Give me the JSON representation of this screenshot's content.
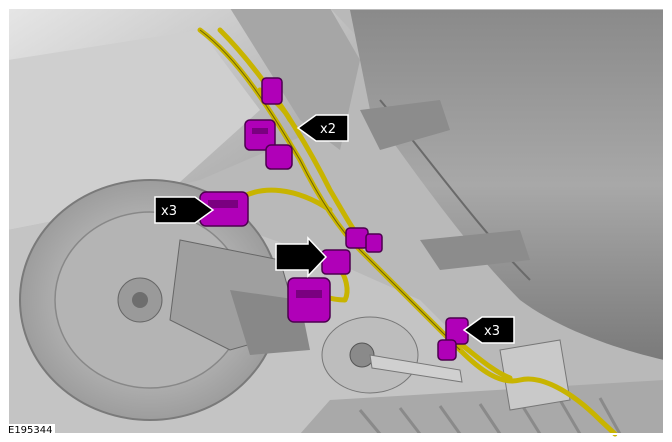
{
  "diagram": {
    "reference_code": "E195344",
    "callouts": [
      {
        "id": "callout-1",
        "label": "x2"
      },
      {
        "id": "callout-2",
        "label": "x3"
      },
      {
        "id": "callout-3",
        "label": ""
      },
      {
        "id": "callout-4",
        "label": "x3"
      }
    ],
    "colors": {
      "harness": "#c8b400",
      "connector": "#b000b8",
      "callout_bg": "#000000",
      "callout_text": "#ffffff",
      "metal_light": "#d4d4d4",
      "metal_dark": "#6e6e6e"
    }
  }
}
